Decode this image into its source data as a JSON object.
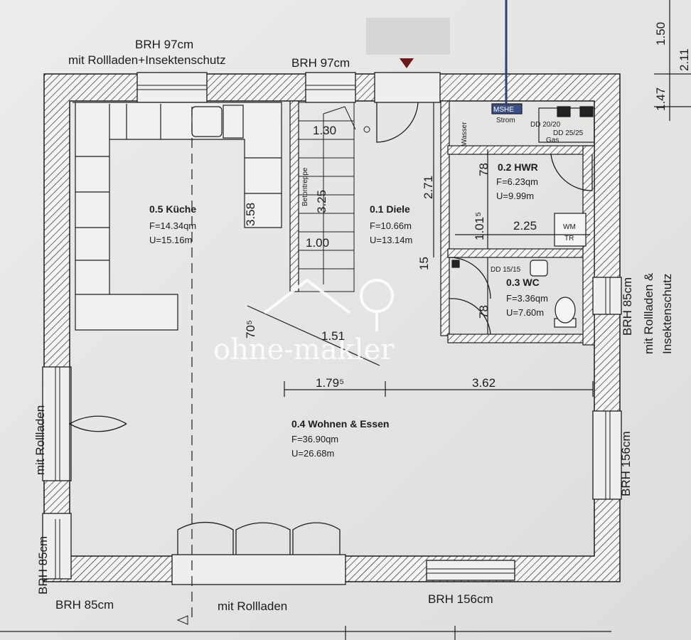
{
  "watermark": "ohne-makler",
  "rooms": [
    {
      "name": "0.5 Küche",
      "area": "F=14.34qm",
      "perimeter": "U=15.16m"
    },
    {
      "name": "0.1 Diele",
      "area": "F=10.66m",
      "perimeter": "U=13.14m"
    },
    {
      "name": "0.2 HWR",
      "area": "F=6.23qm",
      "perimeter": "U=9.99m"
    },
    {
      "name": "0.3 WC",
      "area": "F=3.36qm",
      "perimeter": "U=7.60m"
    },
    {
      "name": "0.4 Wohnen & Essen",
      "area": "F=36.90qm",
      "perimeter": "U=26.68m"
    }
  ],
  "windows": {
    "kitchen_height": "BRH 97cm",
    "kitchen_shutter": "mit Rollladen+Insektenschutz",
    "stair_height": "BRH 97cm",
    "bottom_left_height": "BRH 85cm",
    "bottom_shutter": "mit Rollladen",
    "bottom_height": "BRH 156cm",
    "left_shutter": "mit Rollladen",
    "left_corner_height": "BRH 85cm",
    "right_wc_height": "BRH 85cm",
    "right_shutter_line1": "mit Rollladen &",
    "right_shutter_line2": "Insektenschutz",
    "right_height": "BRH 156cm"
  },
  "dimensions": {
    "d1": "1.79⁵",
    "d2": "3.62",
    "d3": "2.25",
    "d4": "1.30",
    "d5": "1.00",
    "d6": "1.51",
    "d7": "2.71",
    "d8": "3.58",
    "d9": "3.25",
    "d10": "78",
    "d11": "78",
    "d12": "1.01⁵",
    "d13": "15",
    "d14": "1.50",
    "d15": "1.47",
    "d16": "2.11",
    "d17": "70⁵"
  },
  "notes": {
    "concrete_stairs": "Betontreppe",
    "water": "Wasser",
    "meter": "MSHE",
    "power": "Strom",
    "chimney1": "DD 20/20",
    "chimney2": "DD 25/25",
    "gas": "Gas",
    "wm": "WM",
    "tr": "TR",
    "duct": "DD 15/15"
  }
}
